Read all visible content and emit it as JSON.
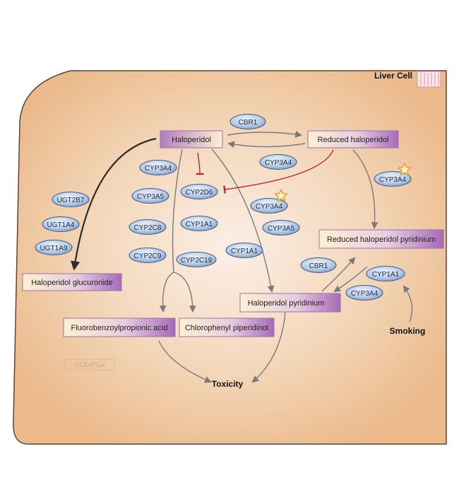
{
  "cell_label": "Liver Cell",
  "watermark": "©ClinPGx",
  "compounds": {
    "haloperidol": "Haloperidol",
    "reduced_haloperidol": "Reduced haloperidol",
    "reduced_haloperidol_pyridinium": "Reduced haloperidol pyridinium",
    "haloperidol_glucuronide": "Haloperidol glucuronide",
    "haloperidol_pyridinium": "Haloperidol pyridinium",
    "fluorobenzoylpropionic_acid": "Fluorobenzoylpropionic acid",
    "chlorophenyl_piperidinol": "Chlorophenyl piperidinol"
  },
  "outcomes": {
    "toxicity": "Toxicity",
    "smoking": "Smoking"
  },
  "enzymes": {
    "cbr1_top": "CBR1",
    "cyp3a4_reduction": "CYP3A4",
    "cyp3a4_right_star": "CYP3A4",
    "ugt2b7": "UGT2B7",
    "ugt1a4": "UGT1A4",
    "ugt1a9": "UGT1A9",
    "cyp3a4_left": "CYP3A4",
    "cyp3a5_left": "CYP3A5",
    "cyp2c8": "CYP2C8",
    "cyp2c9": "CYP2C9",
    "cyp2d6": "CYP2D6",
    "cyp1a1_mid": "CYP1A1",
    "cyp2c19": "CYP2C19",
    "cyp3a4_star_mid": "CYP3A4",
    "cyp3a5_mid": "CYP3A5",
    "cyp1a1_center": "CYP1A1",
    "cbr1_bottom": "CBR1",
    "cyp3a4_bottom": "CYP3A4",
    "cyp1a1_right": "CYP1A1"
  },
  "colors": {
    "cell_fill": "#eebf91",
    "cell_center": "#fbefe6",
    "enzyme_fill": "#a9c1e0",
    "compound_dark": "#b37cc0",
    "compound_light": "#fdf0d0",
    "star": "#f59a1e",
    "inhibition": "#c0203a"
  }
}
